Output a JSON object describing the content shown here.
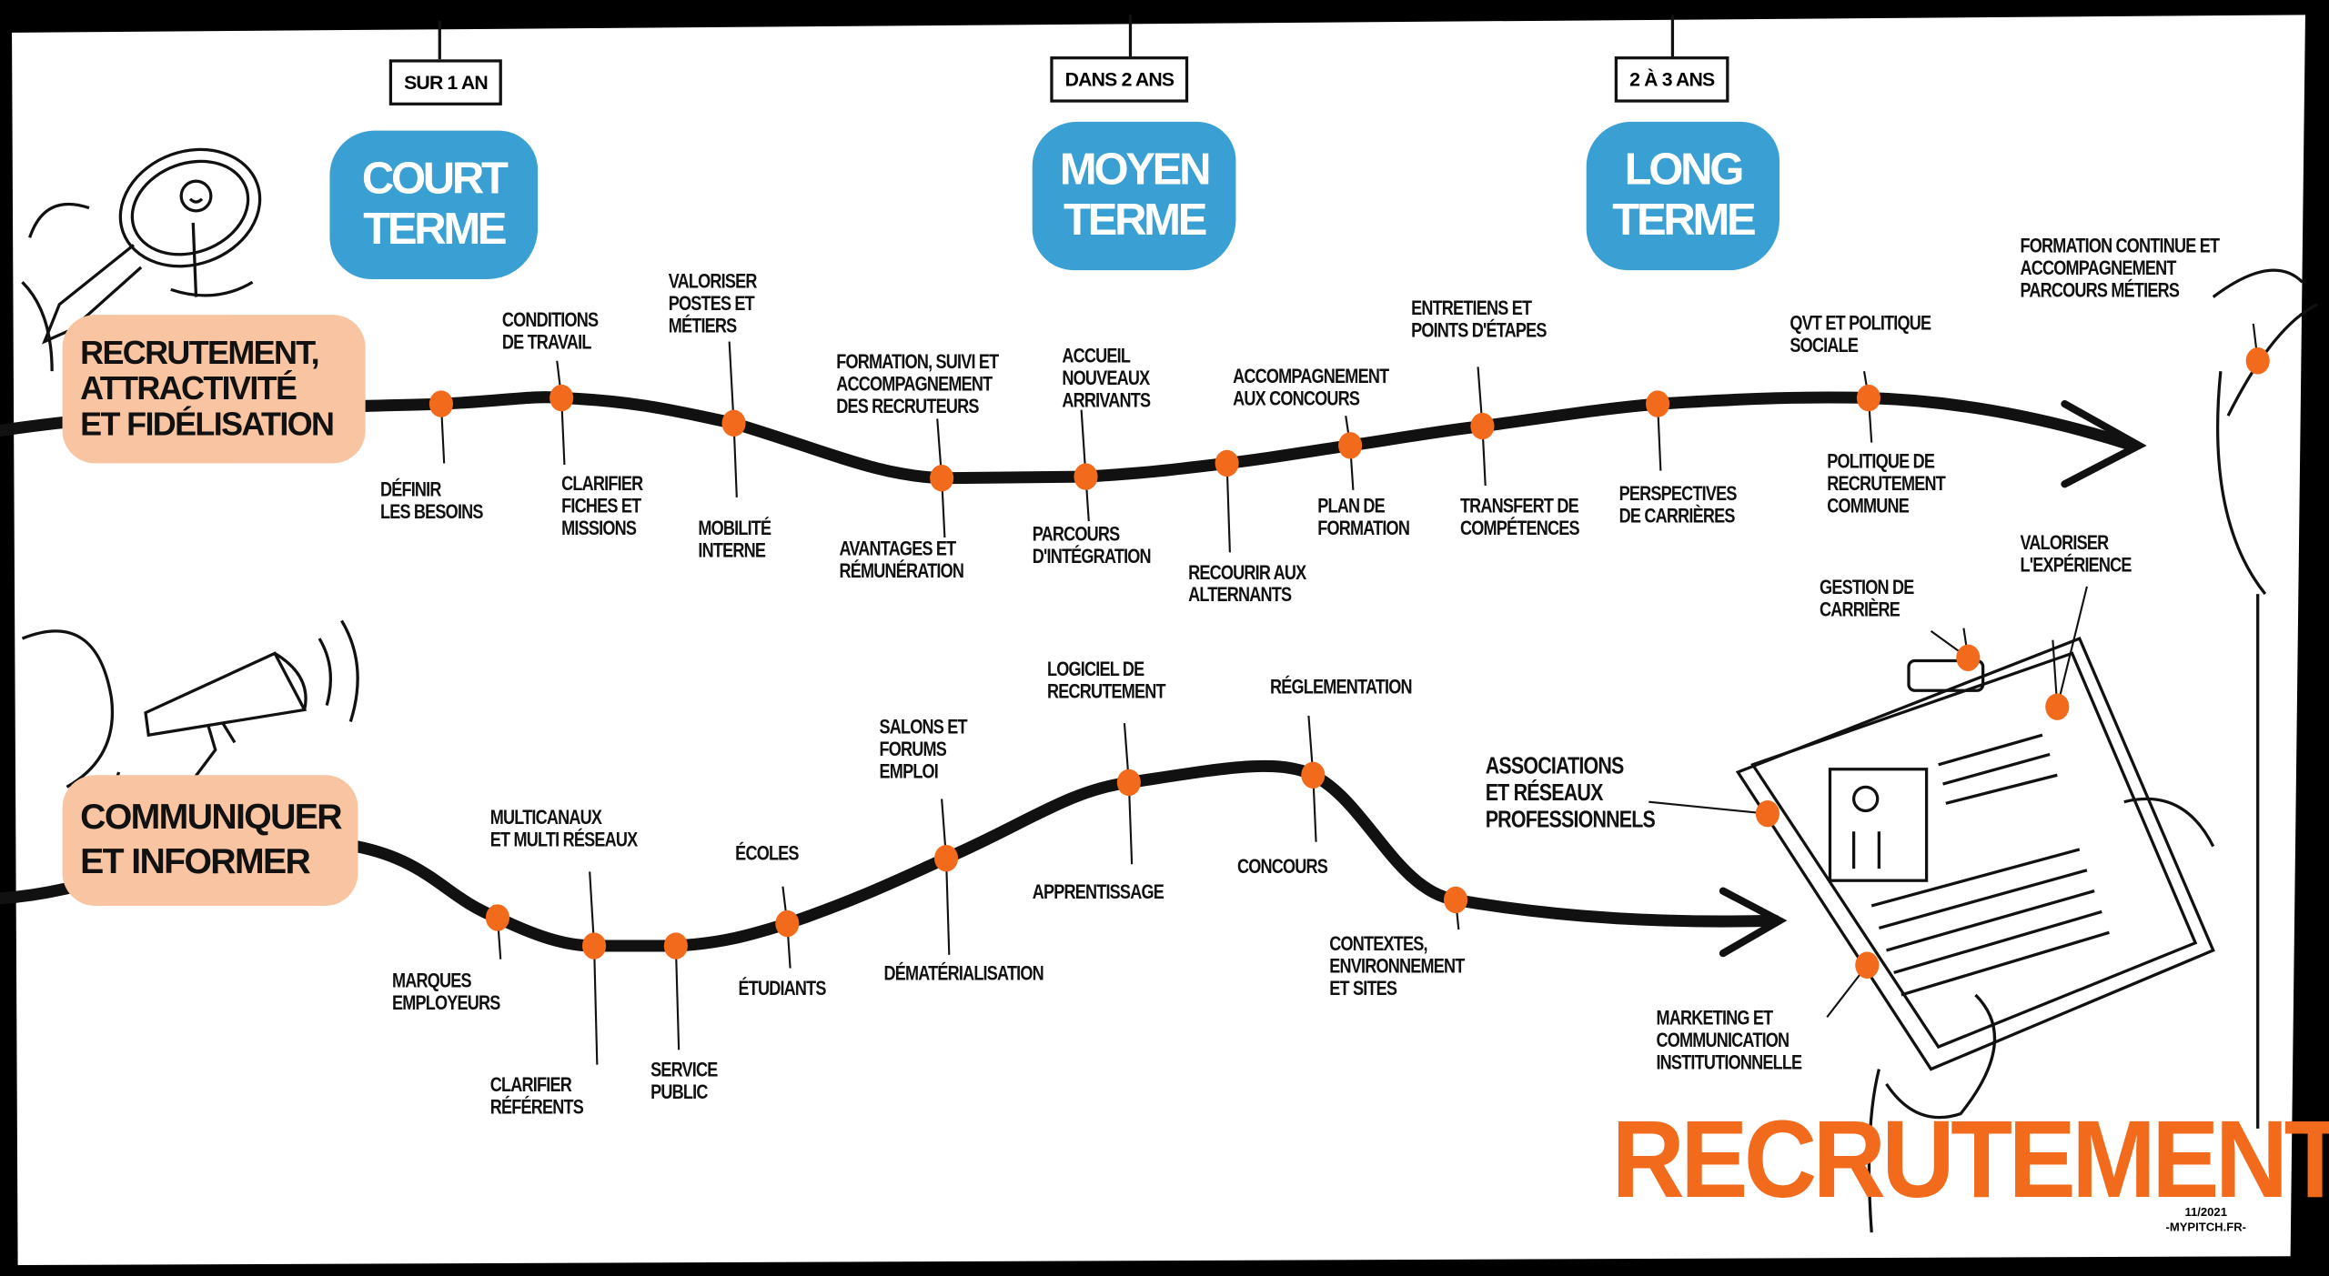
{
  "timeline": {
    "short": {
      "tag": "SUR 1 AN",
      "title": "COURT\nTERME"
    },
    "medium": {
      "tag": "DANS 2 ANS",
      "title": "MOYEN\nTERME"
    },
    "long": {
      "tag": "2 À 3 ANS",
      "title": "LONG\nTERME"
    }
  },
  "track1": {
    "title": "RECRUTEMENT,\nATTRACTIVITÉ\nET FIDÉLISATION",
    "labels": [
      "DÉFINIR\nLES BESOINS",
      "CONDITIONS\nDE TRAVAIL",
      "CLARIFIER\nFICHES ET\nMISSIONS",
      "VALORISER\nPOSTES ET\nMÉTIERS",
      "MOBILITÉ\nINTERNE",
      "FORMATION, SUIVI ET\nACCOMPAGNEMENT\nDES RECRUTEURS",
      "AVANTAGES ET\nRÉMUNÉRATION",
      "ACCUEIL\nNOUVEAUX\nARRIVANTS",
      "PARCOURS\nD'INTÉGRATION",
      "RECOURIR AUX\nALTERNANTS",
      "ACCOMPAGNEMENT\nAUX CONCOURS",
      "PLAN DE\nFORMATION",
      "ENTRETIENS ET\nPOINTS D'ÉTAPES",
      "TRANSFERT DE\nCOMPÉTENCES",
      "PERSPECTIVES\nDE CARRIÈRES",
      "QVT ET POLITIQUE\nSOCIALE",
      "POLITIQUE DE\nRECRUTEMENT\nCOMMUNE",
      "FORMATION CONTINUE ET\nACCOMPAGNEMENT\nPARCOURS MÉTIERS"
    ]
  },
  "track2": {
    "title": "COMMUNIQUER\nET INFORMER",
    "labels": [
      "MARQUES\nEMPLOYEURS",
      "MULTICANAUX\nET MULTI RÉSEAUX",
      "CLARIFIER\nRÉFÉRENTS",
      "SERVICE\nPUBLIC",
      "ÉCOLES",
      "ÉTUDIANTS",
      "SALONS ET\nFORUMS\nEMPLOI",
      "DÉMATÉRIALISATION",
      "LOGICIEL DE\nRECRUTEMENT",
      "APPRENTISSAGE",
      "RÉGLEMENTATION",
      "CONCOURS",
      "CONTEXTES,\nENVIRONNEMENT\nET SITES",
      "ASSOCIATIONS\nET RÉSEAUX\nPROFESSIONNELS",
      "MARKETING ET\nCOMMUNICATION\nINSTITUTIONNELLE",
      "GESTION DE\nCARRIÈRE",
      "VALORISER\nL'EXPÉRIENCE"
    ]
  },
  "main_title": "RECRUTEMENT",
  "signature": "11/2021\n-MYPITCH.FR-",
  "colors": {
    "dot": "#f26a1b",
    "blue": "#3a9fd2",
    "peach": "#f8c4a2",
    "title": "#f26a1b"
  }
}
